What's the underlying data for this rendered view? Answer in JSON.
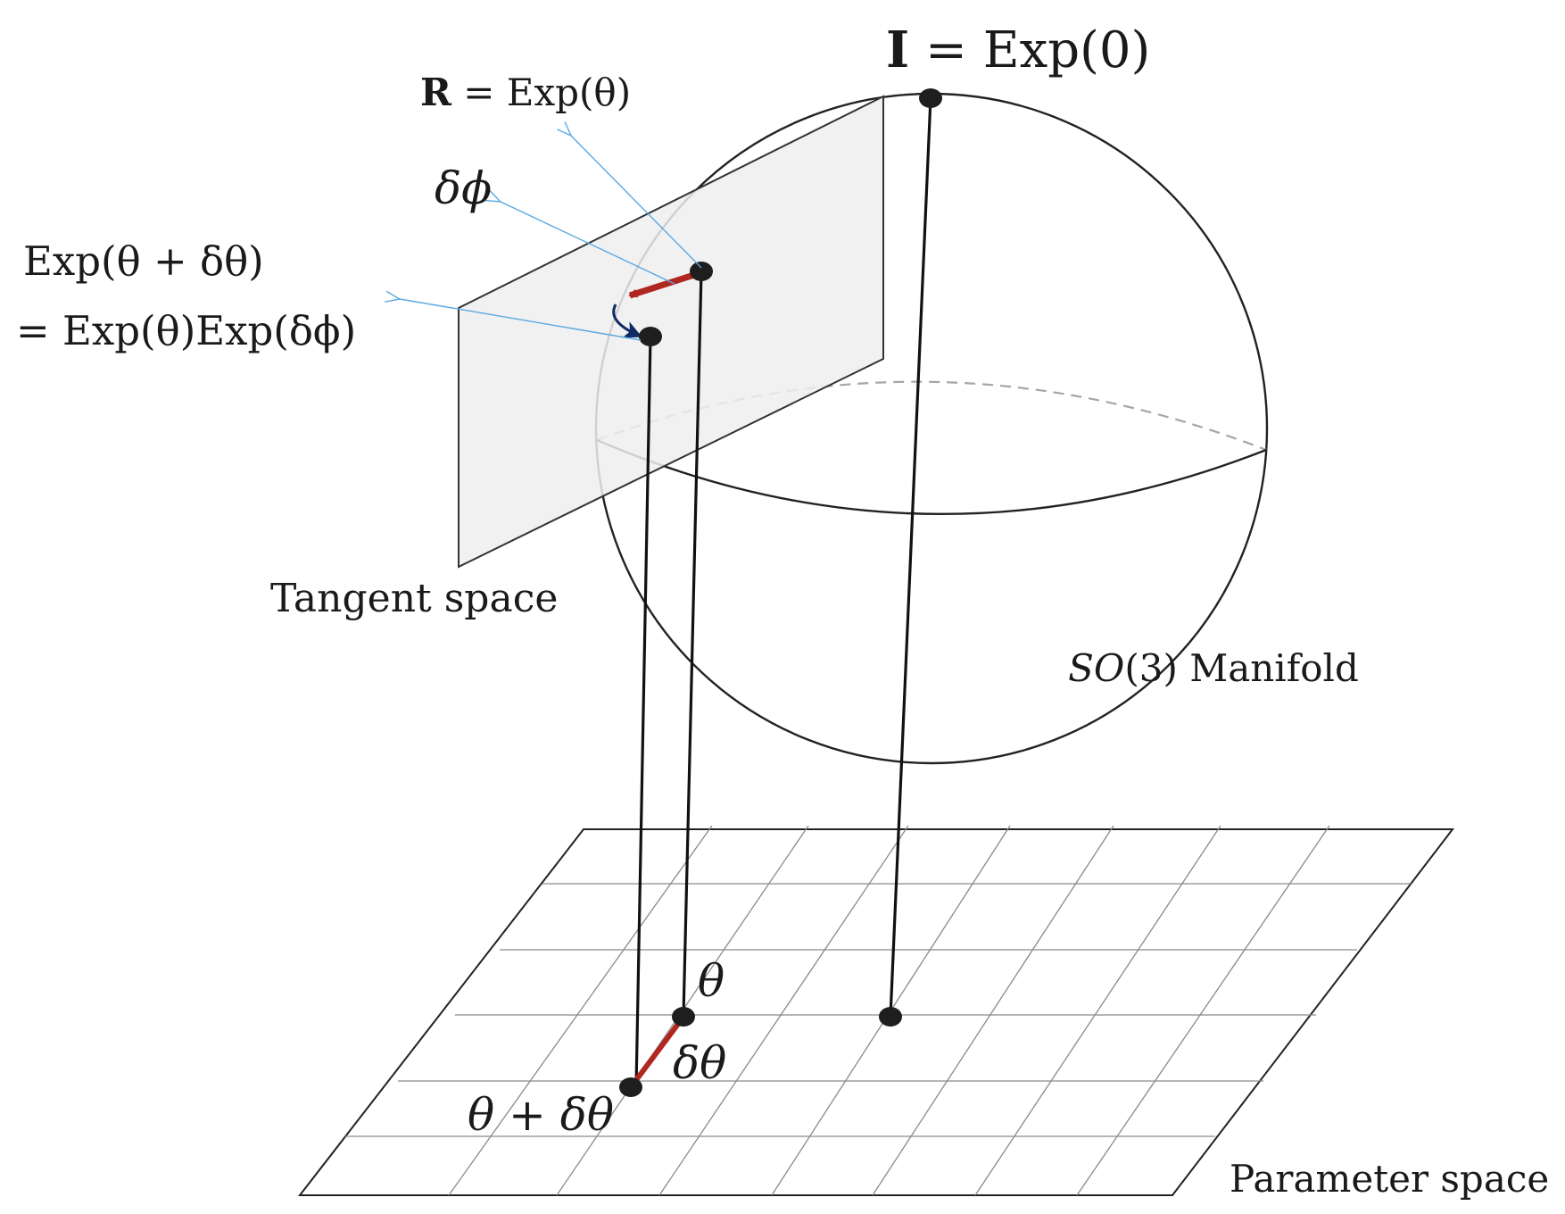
{
  "labels": {
    "identity_bold": "I",
    "identity_rest": " = Exp(0)",
    "rotation_bold": "R",
    "rotation_rest": " = Exp(θ)",
    "delta_phi": "δϕ",
    "perturbed_line1": "Exp(θ + δθ)",
    "perturbed_line2": "= Exp(θ)Exp(δϕ)",
    "tangent_space": "Tangent space",
    "manifold_math": "SO",
    "manifold_rest": "(3) Manifold",
    "parameter_space": "Parameter space",
    "theta": "θ",
    "delta_theta": "δθ",
    "theta_plus_delta": "θ + δθ"
  },
  "colors": {
    "increment_arrow": "#b0271f",
    "exp_map_arrow": "#102a66",
    "callout_lines": "#5aa8e0",
    "tangent_plane_fill": "#efefef",
    "points": "#1e1e1e"
  }
}
